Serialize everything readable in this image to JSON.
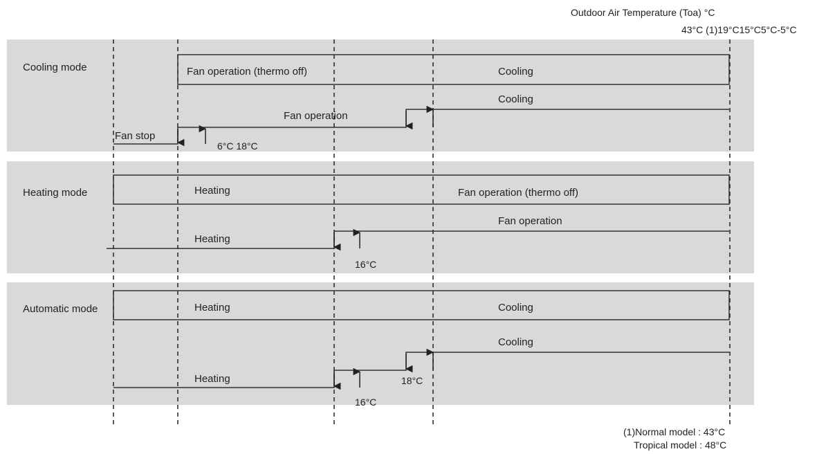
{
  "header": {
    "axis_title": "Outdoor Air Temperature (Toa) °C",
    "temps": "43°C (1)19°C15°C5°C-5°C"
  },
  "cooling": {
    "mode_label": "Cooling mode",
    "bar_left": "Fan operation (thermo off)",
    "bar_right": "Cooling",
    "step_right": "Cooling",
    "step_mid": "Fan operation",
    "step_left": "Fan stop",
    "step_temps": "6°C 18°C"
  },
  "heating": {
    "mode_label": "Heating mode",
    "bar_left": "Heating",
    "bar_right": "Fan operation (thermo off)",
    "step_right": "Fan operation",
    "step_left": "Heating",
    "step_temp": "16°C"
  },
  "automatic": {
    "mode_label": "Automatic mode",
    "bar_left": "Heating",
    "bar_right": "Cooling",
    "step_right": "Cooling",
    "step_left": "Heating",
    "step_temp_high": "18°C",
    "step_temp_low": "16°C"
  },
  "footnote": {
    "line1": "(1)Normal model : 43°C",
    "line2": "Tropical model : 48°C"
  }
}
